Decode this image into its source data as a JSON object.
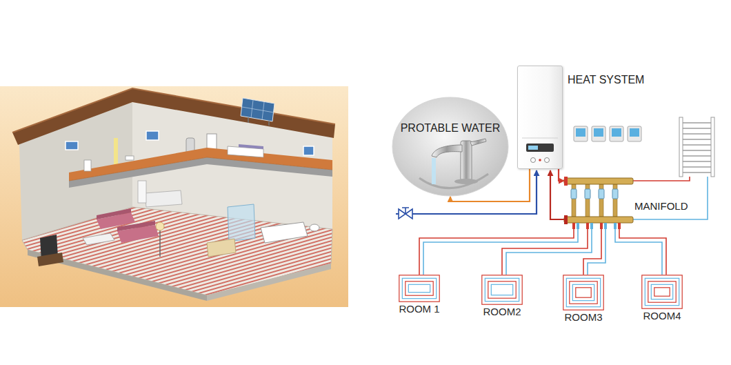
{
  "diagram": {
    "nodes": [
      {
        "text": [
          "HEAT SYSTEM"
        ]
      },
      {
        "text": [
          "PROTABLE WATER"
        ]
      },
      {
        "text": [
          "MANIFOLD"
        ]
      },
      {
        "text": [
          "ROOM 1"
        ]
      },
      {
        "text": [
          "ROOM2"
        ]
      },
      {
        "text": [
          "ROOM3"
        ]
      },
      {
        "text": [
          "ROOM4"
        ]
      }
    ],
    "edges": [
      {
        "from": 0,
        "to": 1,
        "arrow": "to"
      },
      {
        "from": 0,
        "to": 2,
        "arrow": "to"
      },
      {
        "from": 2,
        "to": 3,
        "arrow": "none"
      },
      {
        "from": 2,
        "to": 4,
        "arrow": "none"
      },
      {
        "from": 2,
        "to": 5,
        "arrow": "none"
      },
      {
        "from": 2,
        "to": 6,
        "arrow": "none"
      }
    ]
  }
}
